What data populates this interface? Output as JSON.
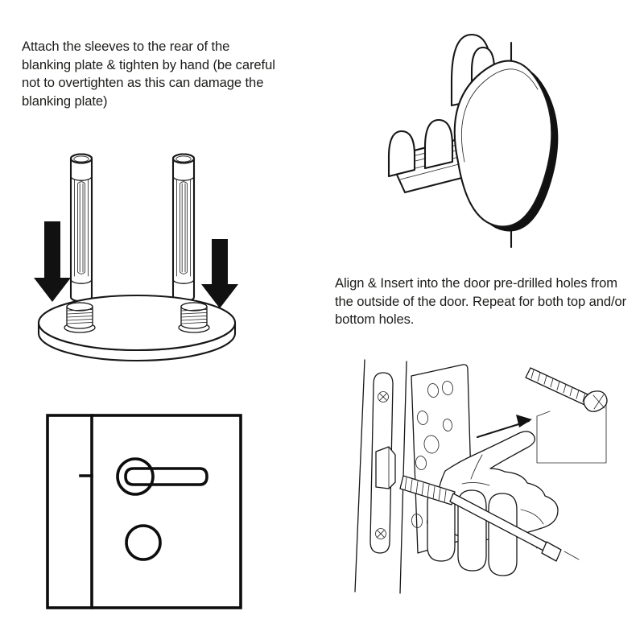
{
  "document": {
    "title": "Blanking plate & sleeve installation instructions",
    "background_color": "#ffffff",
    "ink_color": "#161616",
    "panel_count": 4
  },
  "instructions": {
    "sleeves_text": "Attach the sleeves to the rear of the blanking plate & tighten by hand (be careful not to overtighten as this can damage the blanking plate)",
    "align_text": "Align & Insert into the door pre-drilled holes from the outside of the door.  Repeat for both top and/or bottom holes."
  },
  "figures": {
    "sleeves_plate": {
      "caption_ref": "sleeves_text",
      "parts": [
        "sleeve-tube-left",
        "sleeve-tube-right",
        "down-arrow-left",
        "down-arrow-right",
        "blanking-plate-disc",
        "threaded-stud-left",
        "threaded-stud-right"
      ],
      "arrow_direction": "down",
      "arrow_count": 2,
      "sleeve_count": 2,
      "stud_count": 2
    },
    "plate_inserted": {
      "caption_ref": null,
      "parts": [
        "blanking-plate-disc-perspective",
        "sleeve-prong-upper",
        "sleeve-prong-lower",
        "door-surface-line"
      ],
      "view": "perspective",
      "prong_count": 3
    },
    "door_front": {
      "caption_ref": null,
      "parts": [
        "door-outline",
        "door-frame-edge-line",
        "strike-keep-mark",
        "lever-handle",
        "handle-rose",
        "blanking-plate-hole"
      ],
      "hole_count": 1
    },
    "door_edge_fix": {
      "caption_ref": "align_text",
      "parts": [
        "door-edge-line",
        "latch-faceplate",
        "latch-bolt",
        "faceplate-screw-top",
        "faceplate-screw-bottom",
        "mounting-plate",
        "mounting-plate-holes",
        "hand",
        "screw-being-inserted",
        "screwdriver-shaft",
        "callout-leader-lines",
        "callout-arrow",
        "callout-screw"
      ],
      "mounting_hole_count": 9,
      "callout_item": "long-machine-screw"
    }
  }
}
